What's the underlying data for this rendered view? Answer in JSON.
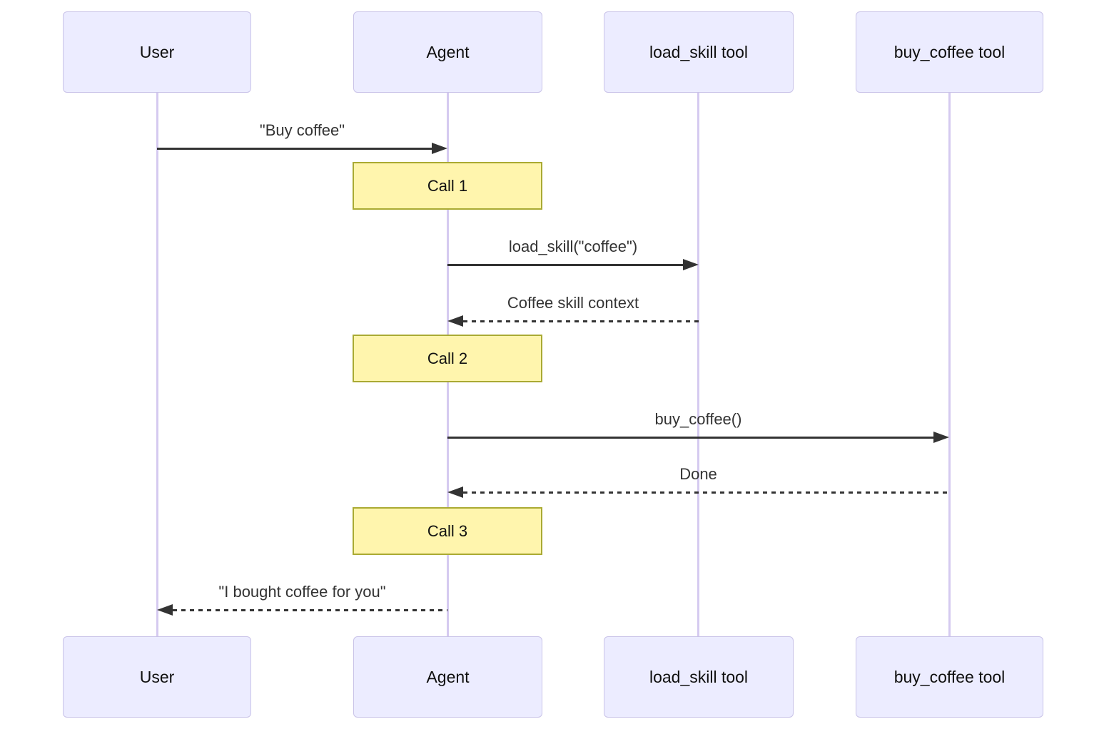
{
  "actors": [
    {
      "id": "user",
      "label": "User"
    },
    {
      "id": "agent",
      "label": "Agent"
    },
    {
      "id": "load_skill_tool",
      "label": "load_skill tool"
    },
    {
      "id": "buy_coffee_tool",
      "label": "buy_coffee tool"
    }
  ],
  "messages": [
    {
      "label": "\"Buy coffee\"",
      "from": "user",
      "to": "agent",
      "style": "solid"
    },
    {
      "label": "load_skill(\"coffee\")",
      "from": "agent",
      "to": "load_skill_tool",
      "style": "solid"
    },
    {
      "label": "Coffee skill context",
      "from": "load_skill_tool",
      "to": "agent",
      "style": "dashed"
    },
    {
      "label": "buy_coffee()",
      "from": "agent",
      "to": "buy_coffee_tool",
      "style": "solid"
    },
    {
      "label": "Done",
      "from": "buy_coffee_tool",
      "to": "agent",
      "style": "dashed"
    },
    {
      "label": "\"I bought coffee for you\"",
      "from": "agent",
      "to": "user",
      "style": "dashed"
    }
  ],
  "notes": [
    {
      "label": "Call 1",
      "over": "agent"
    },
    {
      "label": "Call 2",
      "over": "agent"
    },
    {
      "label": "Call 3",
      "over": "agent"
    }
  ],
  "colors": {
    "actor_fill": "#ECECFF",
    "actor_border": "#c9c3e8",
    "lifeline": "#d5caf0",
    "note_fill": "#fff5ad",
    "note_border": "#aaaa33",
    "message_line": "#333333",
    "text": "#333333",
    "background": "#ffffff"
  }
}
